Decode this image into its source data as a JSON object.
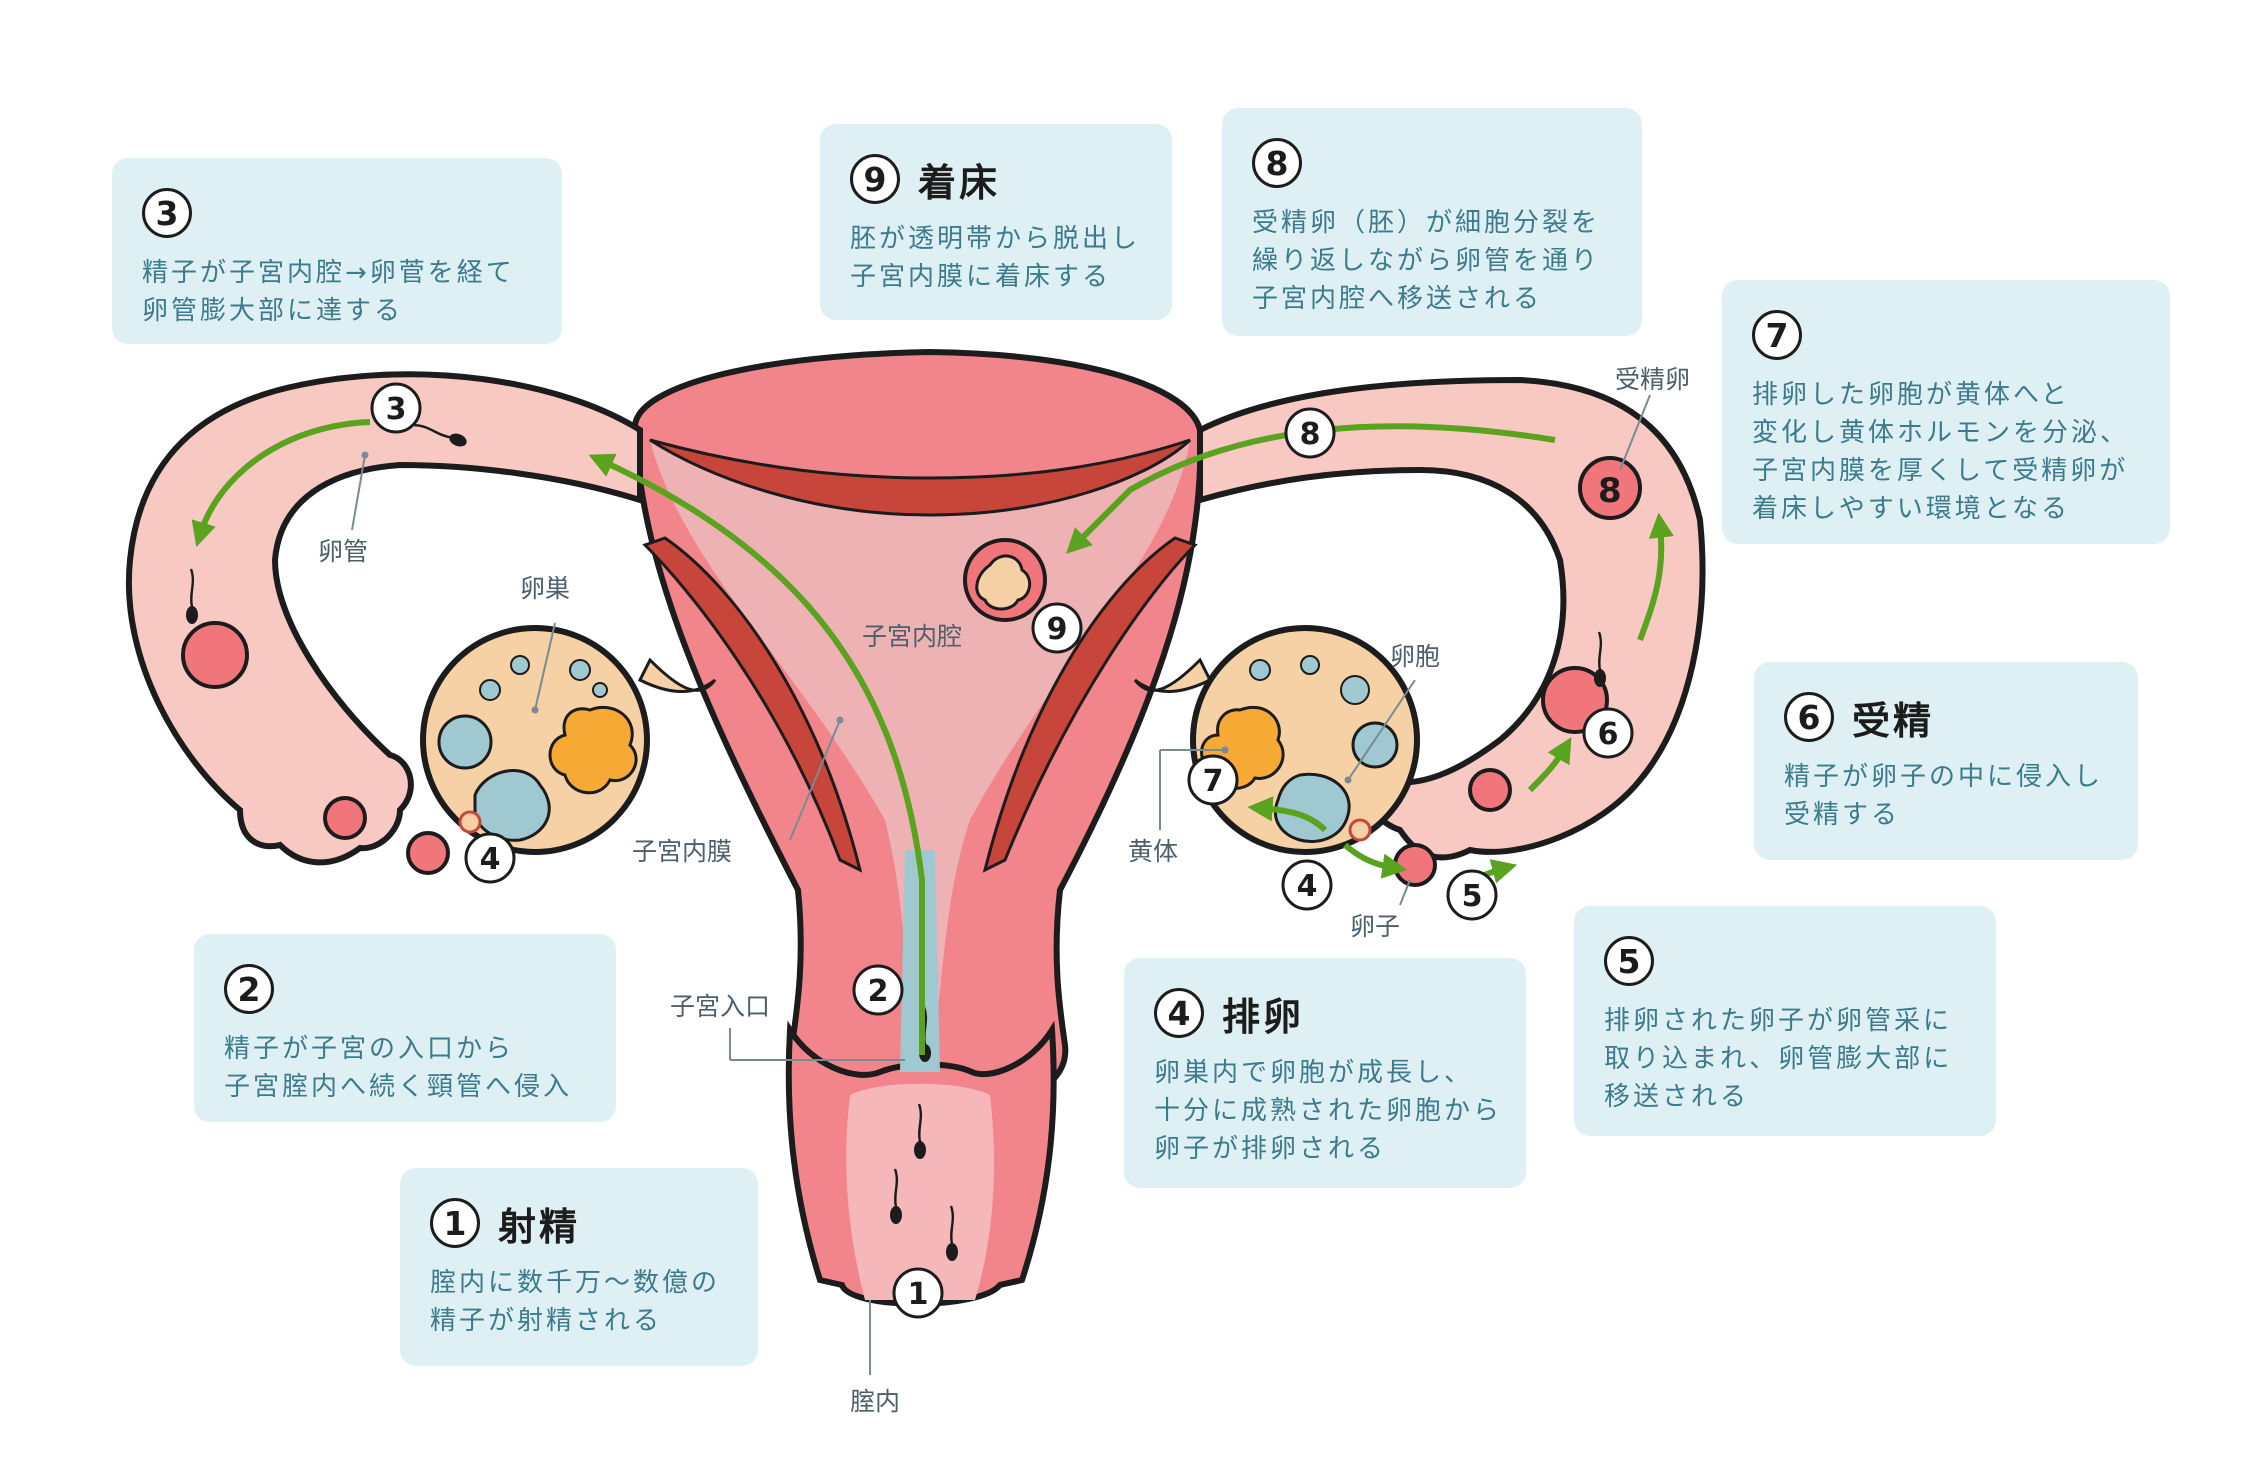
{
  "boxes": {
    "b1": {
      "num": "1",
      "title": "射精",
      "lines": [
        "腟内に数千万〜数億の",
        "精子が射精される"
      ]
    },
    "b2": {
      "num": "2",
      "title": "",
      "lines": [
        "精子が子宮の入口から",
        "子宮腟内へ続く頸管へ侵入"
      ]
    },
    "b3": {
      "num": "3",
      "title": "",
      "lines": [
        "精子が子宮内腔→卵菅を経て",
        "卵管膨大部に達する"
      ]
    },
    "b4": {
      "num": "4",
      "title": "排卵",
      "lines": [
        "卵巣内で卵胞が成長し、",
        "十分に成熟された卵胞から",
        "卵子が排卵される"
      ]
    },
    "b5": {
      "num": "5",
      "title": "",
      "lines": [
        "排卵された卵子が卵管采に",
        "取り込まれ、卵管膨大部に",
        "移送される"
      ]
    },
    "b6": {
      "num": "6",
      "title": "受精",
      "lines": [
        "精子が卵子の中に侵入し",
        "受精する"
      ]
    },
    "b7": {
      "num": "7",
      "title": "",
      "lines": [
        "排卵した卵胞が黄体へと",
        "変化し黄体ホルモンを分泌、",
        "子宮内膜を厚くして受精卵が",
        "着床しやすい環境となる"
      ]
    },
    "b8": {
      "num": "8",
      "title": "",
      "lines": [
        "受精卵（胚）が細胞分裂を",
        "繰り返しながら卵管を通り",
        "子宮内腔へ移送される"
      ]
    },
    "b9": {
      "num": "9",
      "title": "着床",
      "lines": [
        "胚が透明帯から脱出し",
        "子宮内膜に着床する"
      ]
    }
  },
  "labels": {
    "rankan": "卵管",
    "ransou": "卵巣",
    "shikyu_naikou": "子宮内腔",
    "shikyu_naimaku": "子宮内膜",
    "shikyu_iriguchi": "子宮入口",
    "chitsunai": "腟内",
    "ranhou": "卵胞",
    "outai": "黄体",
    "ranshi": "卵子",
    "juseiran": "受精卵"
  },
  "markers": {
    "m1": "1",
    "m2": "2",
    "m3": "3",
    "m4_left": "4",
    "m4_right": "4",
    "m5": "5",
    "m6": "6",
    "m7": "7",
    "m8": "8",
    "m9": "9"
  },
  "colors": {
    "box_bg": "#dff0f4",
    "box_text": "#3c7a8c",
    "tube_pink": "#f8c9c3",
    "uterus_pink": "#f2858b",
    "endometrium_red": "#c8453b",
    "cavity_pink": "#efb2b4",
    "ovary_tan": "#f6d1a6",
    "follicle_blue": "#9fc8d0",
    "corpus_luteum": "#f6a935",
    "arrow_green": "#5aa31f"
  }
}
